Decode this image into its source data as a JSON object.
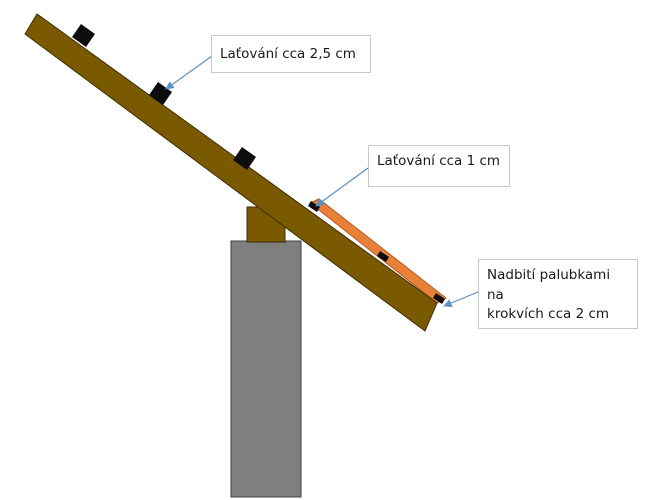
{
  "labels": {
    "batten_25": "Laťování cca 2,5 cm",
    "batten_1": "Laťování cca 1 cm",
    "boards_line1": "Nadbití palubkami na",
    "boards_line2": "krokvích cca 2 cm"
  },
  "colors": {
    "rafter": "#7a5a00",
    "rafter_edge": "#3d2d00",
    "post": "#7f7f7f",
    "post_edge": "#3f3f3f",
    "batten": "#0d0d0d",
    "boarding": "#e8803a",
    "arrow": "#5b8fc7",
    "callout_border": "#c8c8c8"
  }
}
